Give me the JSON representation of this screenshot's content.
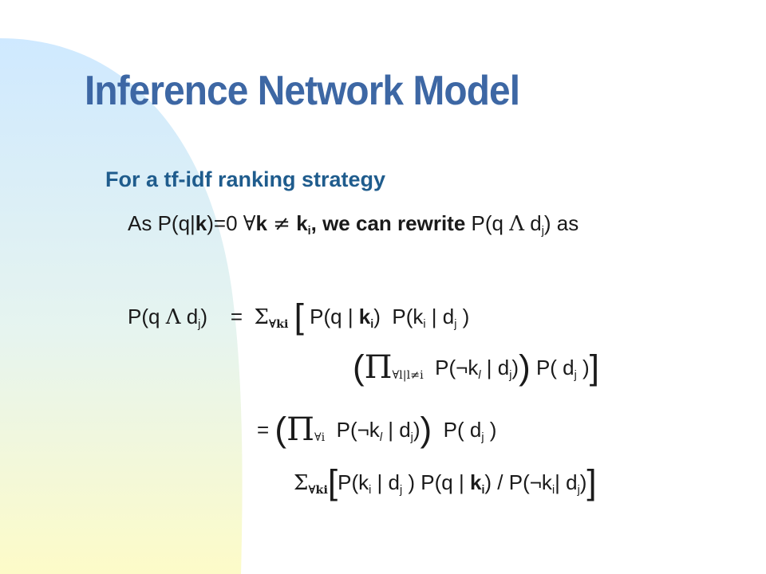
{
  "slide": {
    "title": "Inference  Network Model",
    "subtitle": "For a tf-idf ranking strategy",
    "colors": {
      "title": "#3d67a4",
      "subtitle": "#1f5c8d",
      "blob_top": "#cfe9ff",
      "blob_bottom": "#fdfbc8"
    }
  },
  "lines": {
    "l1": {
      "a": "As P(q|",
      "b": "k",
      "c": ")=0 ",
      "d": "∀",
      "e": "k ",
      "f": "≠",
      "g": " k",
      "g_sub": "i",
      "h": ", we can rewrite",
      "i": " P(q ",
      "j": "Λ",
      "k": " d",
      "k_sub": "j",
      "l": ") as"
    },
    "l2": {
      "a": "P(q ",
      "b": "Λ",
      "c": " d",
      "c_sub": "j",
      "d": ")    =  ",
      "e": "Σ",
      "e_sub": "∀ki",
      "f": "[",
      "g": " P(q | ",
      "h": "k",
      "h_sub": "i",
      "i": ")  P(k",
      "i_sub": "i",
      "j": " | d",
      "j_sub": "j",
      "k": " )"
    },
    "l3": {
      "a": "(",
      "b": "Π",
      "b_sub": "∀l|l≠i",
      "c": "  P(¬k",
      "c_sub": "l",
      "d": " | d",
      "d_sub": "j",
      "e": ")",
      "f": ")",
      "g": " P( d",
      "g_sub": "j",
      "h": " )",
      "i": "]"
    },
    "l4": {
      "a": "= ",
      "b": "(",
      "c": "Π",
      "c_sub": "∀i",
      "d": "  P(¬k",
      "d_sub": "l",
      "e": " | d",
      "e_sub": "j",
      "f": ")",
      "g": ")",
      "h": "  P( d",
      "h_sub": "j",
      "i": " )"
    },
    "l5": {
      "a": "Σ",
      "a_sub": "∀ki",
      "b": "[",
      "c": "P(k",
      "c_sub": "i",
      "d": " | d",
      "d_sub": "j",
      "e": " ) P(q | ",
      "f": "k",
      "f_sub": "i",
      "g": ") / P(¬k",
      "g_sub": "i",
      "h": "| d",
      "h_sub": "j",
      "i": ")",
      "j": "]"
    }
  }
}
